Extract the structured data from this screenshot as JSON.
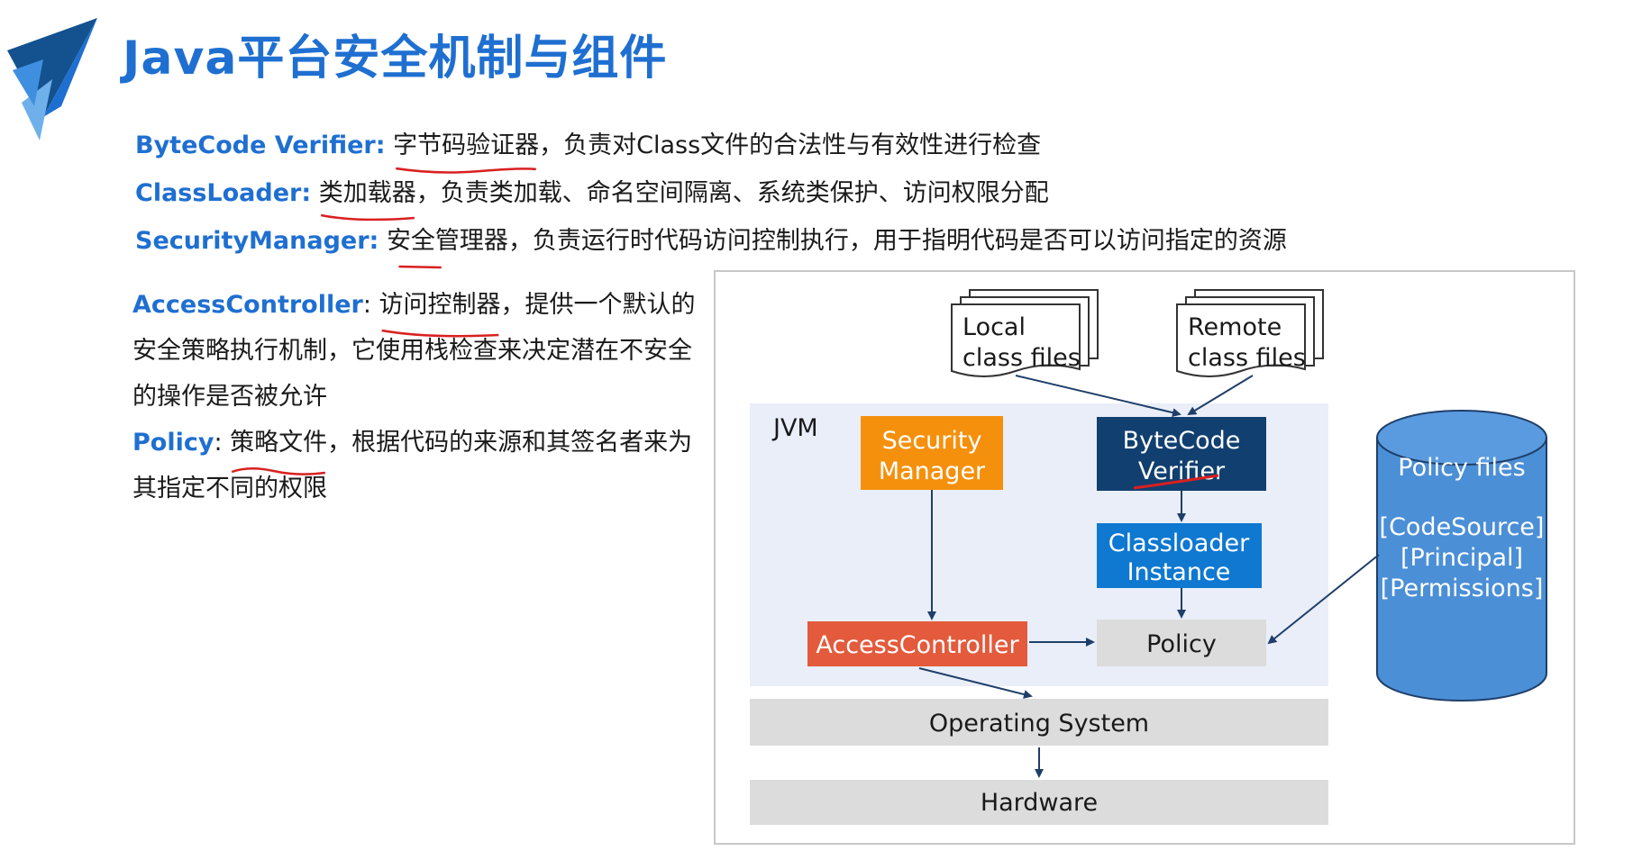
{
  "title": "Java平台安全机制与组件",
  "definitions": [
    {
      "term": "ByteCode Verifier:",
      "name": "字节码验证器",
      "desc": "，负责对Class文件的合法性与有效性进行检查"
    },
    {
      "term": "ClassLoader:",
      "name": "类加载器",
      "desc": "，负责类加载、命名空间隔离、系统类保护、访问权限分配"
    },
    {
      "term": "SecurityManager:",
      "name": "安全管理器",
      "desc": "，负责运行时代码访问控制执行，用于指明代码是否可以访问指定的资源"
    }
  ],
  "access_controller": {
    "term": "AccessController",
    "sep": ": ",
    "name": "访问控制器",
    "desc": "，提供一个默认的安全策略执行机制，它使用栈检查来决定潜在不安全的操作是否被允许"
  },
  "policy": {
    "term": "Policy",
    "sep": ": ",
    "name": "策略文件",
    "desc": "，根据代码的来源和其签名者来为其指定不同的权限"
  },
  "diagram": {
    "local_files": [
      "Local",
      "class files"
    ],
    "remote_files": [
      "Remote",
      "class files"
    ],
    "jvm_label": "JVM",
    "security_manager": [
      "Security",
      "Manager"
    ],
    "bytecode_verifier": [
      "ByteCode",
      "Verifier"
    ],
    "classloader": [
      "Classloader",
      "Instance"
    ],
    "access_controller": "AccessController",
    "policy": "Policy",
    "os": "Operating System",
    "hardware": "Hardware",
    "policy_files": {
      "title": "Policy files",
      "items": [
        "[CodeSource]",
        "[Principal]",
        "[Permissions]"
      ]
    },
    "colors": {
      "orange": "#f5900c",
      "navy": "#113f6f",
      "blue": "#0f78d0",
      "red": "#e35a3c",
      "gray": "#dcdcdc",
      "jvm_bg": "#e9eef8",
      "cylinder": "#4b8fd6",
      "underline": "#d92020"
    }
  }
}
